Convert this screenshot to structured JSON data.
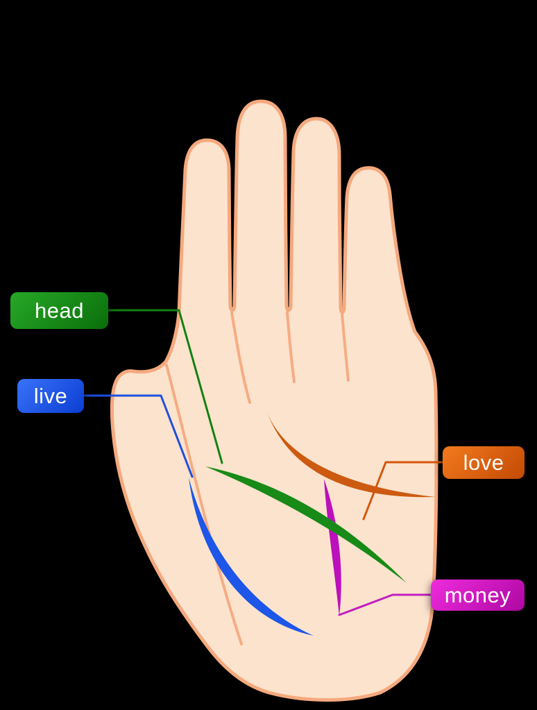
{
  "page": {
    "background_color": "#000000",
    "description": "Palmistry diagram of an open palm with four labeled palm lines"
  },
  "hand": {
    "skin_color": "#fce3cd",
    "outline_color": "#f4a97e"
  },
  "labels": {
    "head": {
      "text": "head",
      "bg_start": "#27a827",
      "bg_end": "#0a6e0a",
      "leader_color": "#128012"
    },
    "live": {
      "text": "live",
      "bg_start": "#3a72f8",
      "bg_end": "#0a3ed2",
      "leader_color": "#1d4fe0"
    },
    "love": {
      "text": "love",
      "bg_start": "#f47a1e",
      "bg_end": "#c24a04",
      "leader_color": "#d4560a"
    },
    "money": {
      "text": "money",
      "bg_start": "#ee2cdd",
      "bg_end": "#ae07a2",
      "leader_color": "#c21ec2"
    }
  },
  "palm_lines": {
    "life": {
      "label": "live",
      "color": "#1d56e8"
    },
    "head": {
      "label": "head",
      "color": "#178a17"
    },
    "heart": {
      "label": "love",
      "color": "#cc5a10"
    },
    "money": {
      "label": "money",
      "color": "#bb10bb"
    }
  }
}
